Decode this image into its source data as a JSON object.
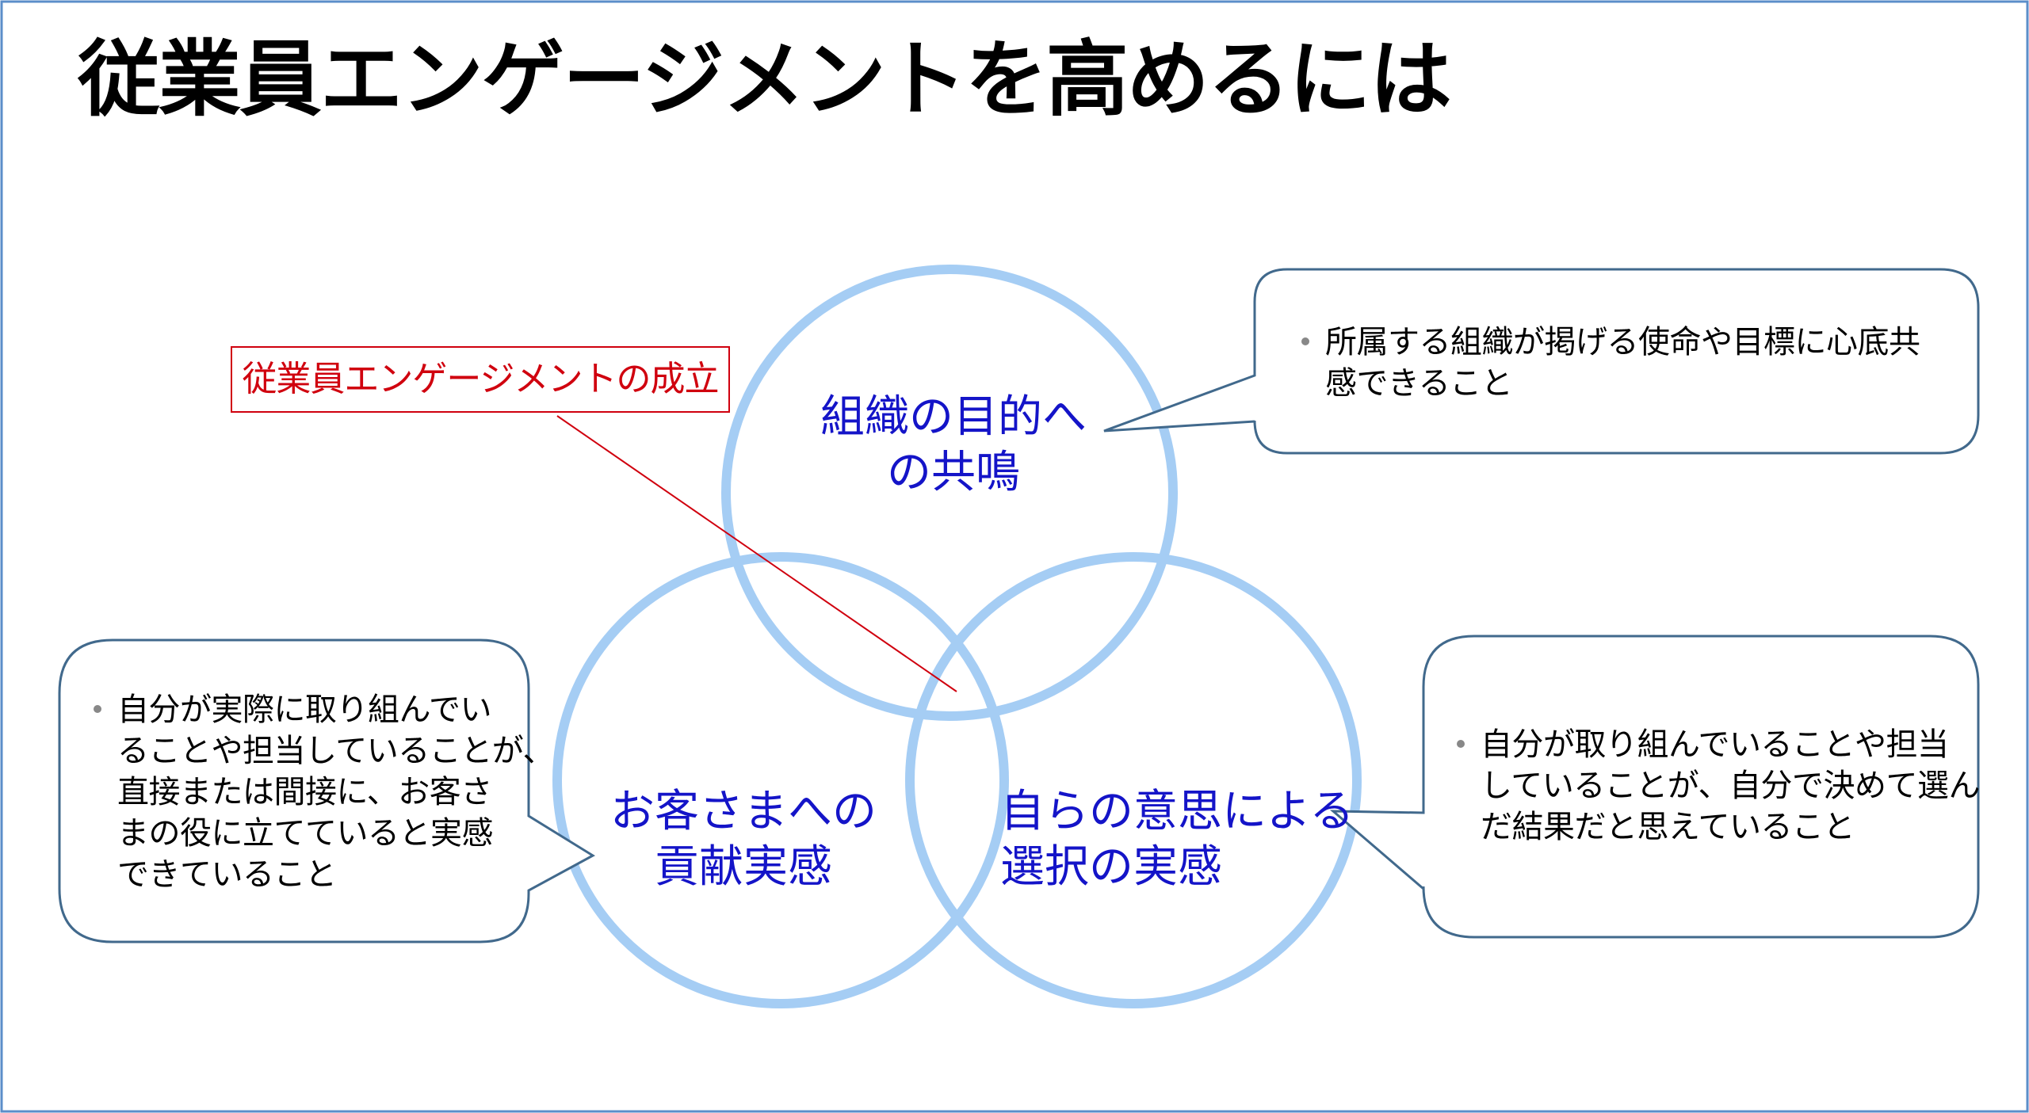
{
  "slide": {
    "title": "従業員エンゲージメントを高めるには",
    "label": {
      "text": "従業員エンゲージメントの成立",
      "color": "#d0000e"
    },
    "circles": {
      "stroke_color": "#a5cdf4",
      "text_color": "#1414c8",
      "top": {
        "lines": [
          "組織の目的へ",
          "の共鳴"
        ]
      },
      "left": {
        "lines": [
          "お客さまへの",
          "貢献実感"
        ]
      },
      "right": {
        "lines": [
          "自らの意思による",
          "選択の実感"
        ]
      }
    },
    "callouts": {
      "border_color": "#41698c",
      "top_right": {
        "lines": [
          "所属する組織が掲げる使命や目標に心底共",
          "感できること"
        ]
      },
      "left": {
        "lines": [
          "自分が実際に取り組んでい",
          "ることや担当していることが、",
          "直接または間接に、お客さ",
          "まの役に立てていると実感",
          "できていること"
        ]
      },
      "bottom_right": {
        "lines": [
          "自分が取り組んでいることや担当",
          "していることが、自分で決めて選ん",
          "だ結果だと思えていること"
        ]
      }
    },
    "frame_color": "#5b8ec9"
  }
}
